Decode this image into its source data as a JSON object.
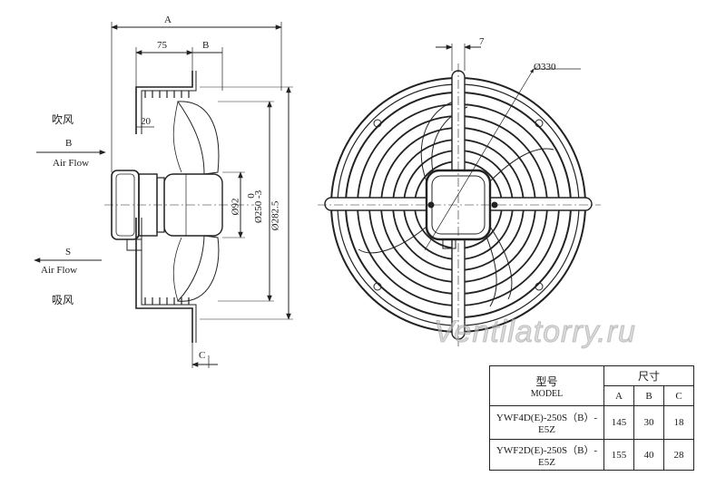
{
  "left_view": {
    "dim_A": "A",
    "dim_75": "75",
    "dim_B": "B",
    "dim_20": "20",
    "dim_C": "C",
    "dim_0": "0",
    "dim_92": "Ø92",
    "dim_250": "Ø250 -3",
    "dim_282": "Ø282.5",
    "blow_cn": "吹风",
    "blow_letter": "B",
    "blow_en": "Air Flow",
    "suck_letter": "S",
    "suck_en": "Air Flow",
    "suck_cn": "吸风"
  },
  "right_view": {
    "dim_7": "7",
    "dim_330": "Ø330"
  },
  "watermark": "Ventilatorry.ru",
  "spec_table": {
    "model_cn": "型号",
    "model_en": "MODEL",
    "size_cn": "尺寸",
    "col_A": "A",
    "col_B": "B",
    "col_C": "C",
    "rows": [
      {
        "model": "YWF4D(E)-250S（B）-E5Z",
        "A": "145",
        "B": "30",
        "C": "18"
      },
      {
        "model": "YWF2D(E)-250S（B）-E5Z",
        "A": "155",
        "B": "40",
        "C": "28"
      }
    ]
  }
}
